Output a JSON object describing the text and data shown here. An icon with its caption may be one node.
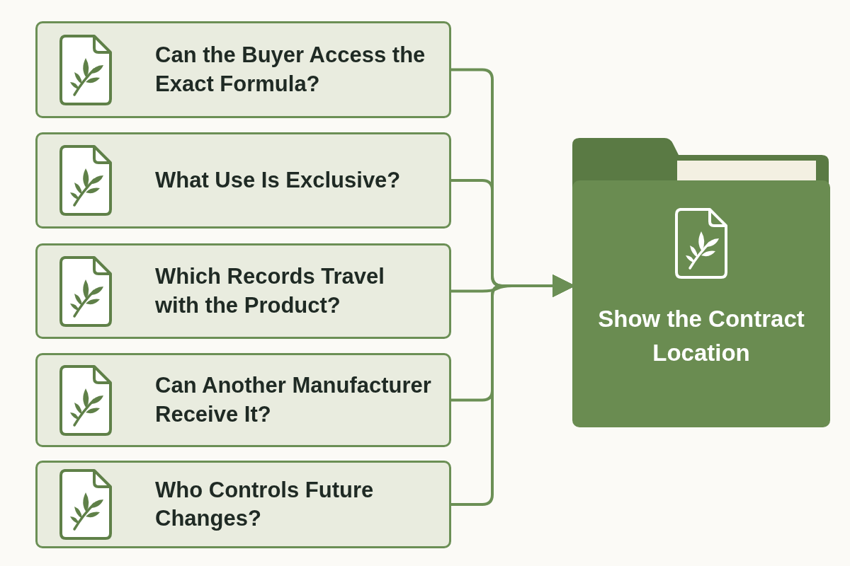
{
  "diagram": {
    "nodes": [
      {
        "text": [
          "Can the Buyer Access the Exact Formula?"
        ]
      },
      {
        "text": [
          "What Use Is Exclusive?"
        ]
      },
      {
        "text": [
          "Which Records Travel with the Product?"
        ]
      },
      {
        "text": [
          "Can Another Manufacturer Receive It?"
        ]
      },
      {
        "text": [
          "Who Controls Future Changes?"
        ]
      },
      {
        "text": [
          "Show the Contract Location"
        ]
      }
    ],
    "edges": [
      {
        "from": 0,
        "to": 5,
        "arrow": "to"
      },
      {
        "from": 1,
        "to": 5,
        "arrow": "to"
      },
      {
        "from": 2,
        "to": 5,
        "arrow": "to"
      },
      {
        "from": 3,
        "to": 5,
        "arrow": "to"
      },
      {
        "from": 4,
        "to": 5,
        "arrow": "to"
      }
    ]
  }
}
